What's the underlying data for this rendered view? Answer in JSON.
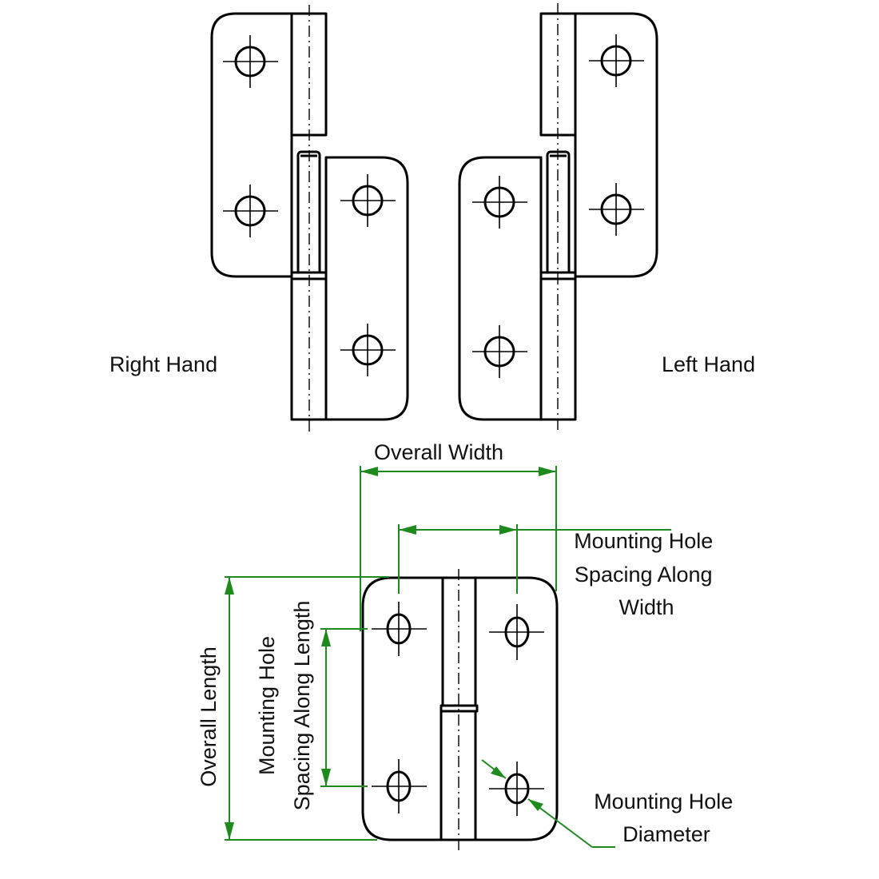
{
  "labels": {
    "right_hand": "Right Hand",
    "left_hand": "Left Hand",
    "overall_width": "Overall Width",
    "hole_spacing_width": [
      "Mounting Hole",
      "Spacing Along",
      "Width"
    ],
    "overall_length": "Overall Length",
    "hole_spacing_length": [
      "Mounting Hole",
      "Spacing Along Length"
    ],
    "hole_diameter": [
      "Mounting Hole",
      "Diameter"
    ]
  },
  "colors": {
    "outline": "#000000",
    "dimension": "#1e8a1e",
    "background": "#ffffff"
  }
}
